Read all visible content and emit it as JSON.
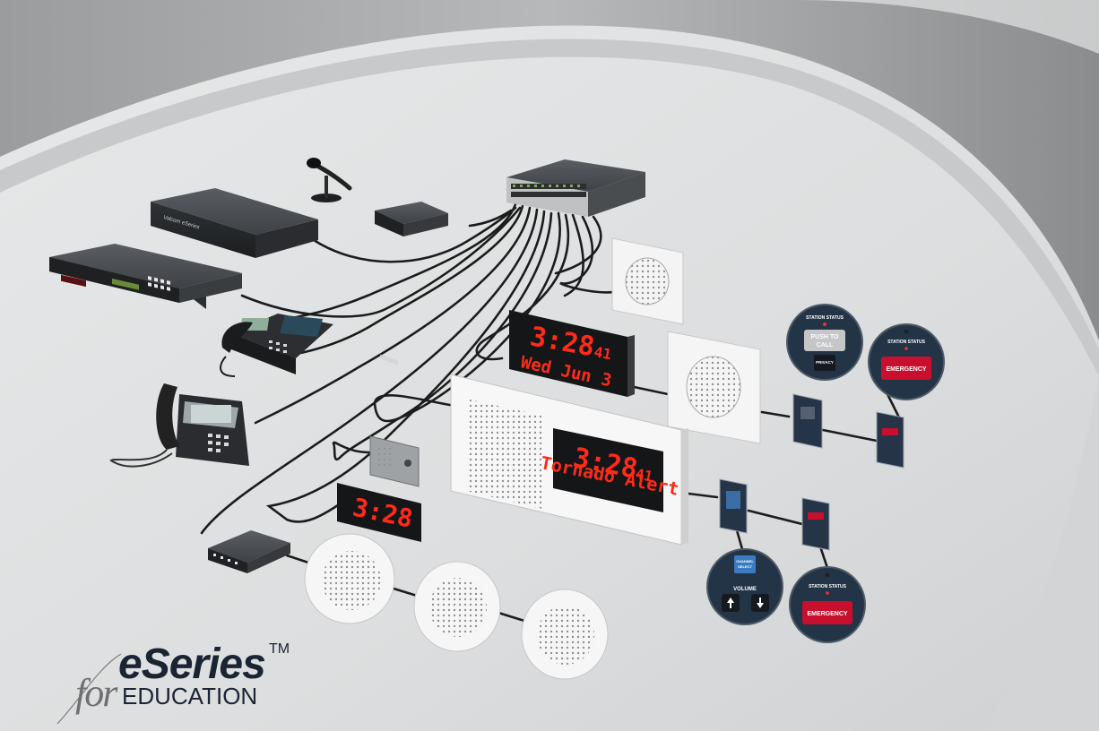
{
  "brand": {
    "logo_e": "e",
    "logo_series": "Series",
    "trademark": "TM",
    "prefix": "for",
    "tagline": "EDUCATION"
  },
  "devices": {
    "amplifier_label": "Valcom eSeries",
    "wall_clock_time": "3:28",
    "wall_clock_seconds": "41",
    "wall_clock_date": "Wed Jun 3",
    "combo_clock_time": "3:28",
    "combo_clock_seconds": "41",
    "combo_clock_message": "Tornado Alert",
    "small_clock_time": "3:28"
  },
  "call_stations": {
    "push_station_status": "STATION STATUS",
    "push_to_call_line1": "PUSH TO",
    "push_to_call_line2": "CALL",
    "privacy": "PRIVACY",
    "emergency_status": "STATION STATUS",
    "emergency_label": "EMERGENCY",
    "volume_channel_line1": "CHANNEL",
    "volume_channel_line2": "SELECT",
    "volume_label": "VOLUME",
    "volume_up_icon": "arrow-up-icon",
    "volume_down_icon": "arrow-down-icon",
    "bottom_status": "STATION STATUS",
    "bottom_emergency": "EMERGENCY"
  },
  "colors": {
    "background": "#dcdedf",
    "arc_dark": "#8b8d8f",
    "led_red": "#ff2a1a",
    "emergency_red": "#c8102e",
    "station_navy": "#1f2d3d",
    "brand_navy": "#1b2432"
  }
}
